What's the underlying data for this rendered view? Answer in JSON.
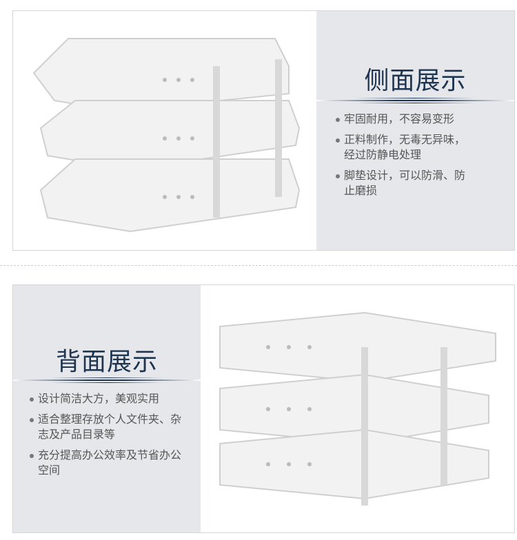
{
  "side_view": {
    "title": "侧面展示",
    "bullets": [
      "牢固耐用，不容易变形",
      "正料制作，无毒无异味，经过防静电处理",
      "脚垫设计，可以防滑、防止磨损"
    ]
  },
  "back_view": {
    "title": "背面展示",
    "bullets": [
      "设计简洁大方，美观实用",
      "适合整理存放个人文件夹、杂志及产品目录等",
      "充分提高办公效率及节省办公空间"
    ]
  }
}
